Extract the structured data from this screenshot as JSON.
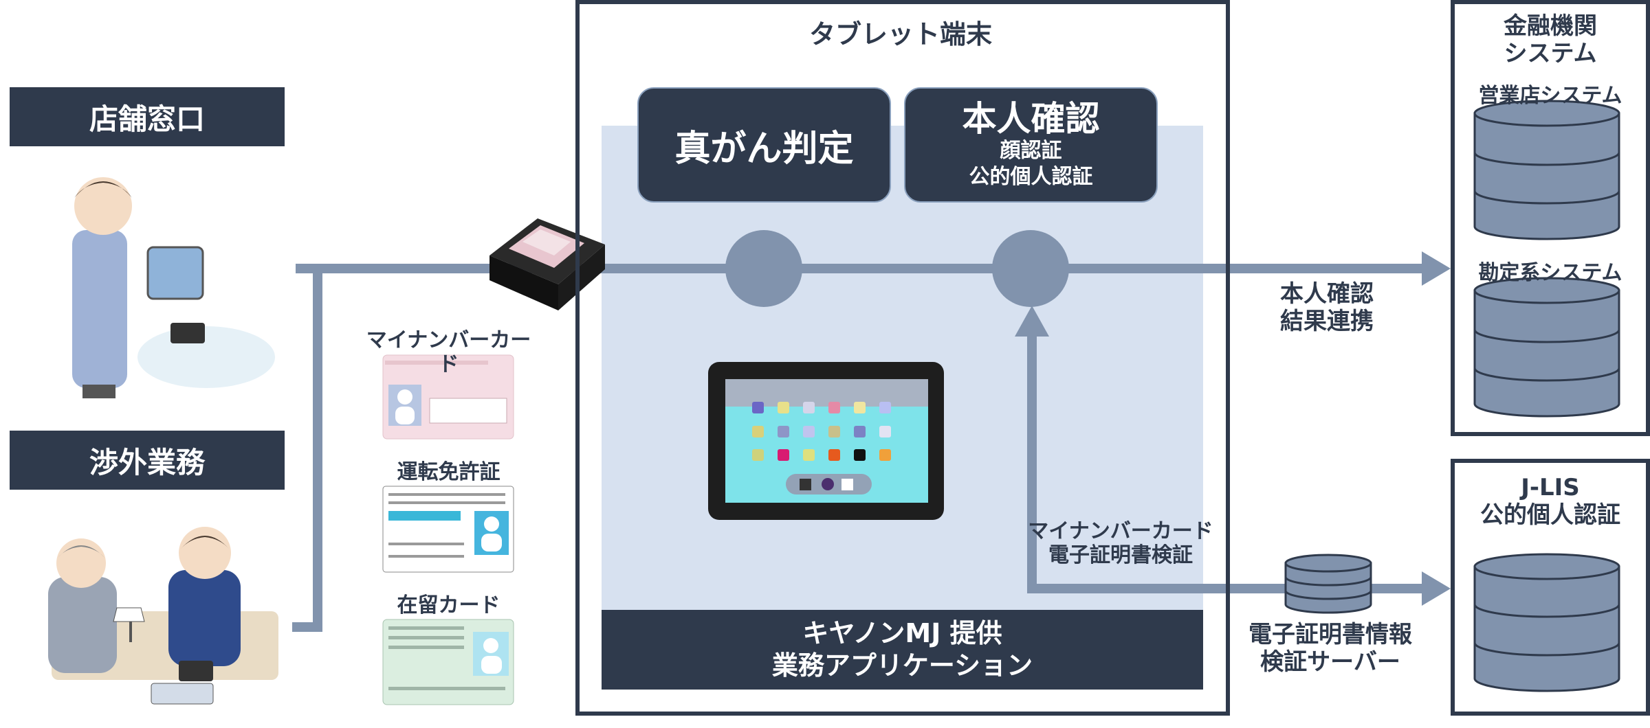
{
  "left": {
    "counter_label": "店舗窓口",
    "field_label": "渉外業務"
  },
  "cards": {
    "mynumber": "マイナンバーカード",
    "license": "運転免許証",
    "residence": "在留カード"
  },
  "tablet": {
    "title": "タブレット端末",
    "authenticity": "真がん判定",
    "identity_title": "本人確認",
    "identity_sub1": "顔認証",
    "identity_sub2": "公的個人認証",
    "app_line1": "キヤノンMJ 提供",
    "app_line2": "業務アプリケーション"
  },
  "connections": {
    "result_link_1": "本人確認",
    "result_link_2": "結果連携",
    "cert_verify_1": "マイナンバーカード",
    "cert_verify_2": "電子証明書検証",
    "server_1": "電子証明書情報",
    "server_2": "検証サーバー"
  },
  "financial": {
    "title_1": "金融機関",
    "title_2": "システム",
    "branch_system": "営業店システム",
    "accounting_system": "勘定系システム"
  },
  "jlis": {
    "title_1": "J-LIS",
    "title_2": "公的個人認証"
  },
  "colors": {
    "navy": "#2f3a4c",
    "line": "#8193ad",
    "panel": "#d7e1f0"
  }
}
